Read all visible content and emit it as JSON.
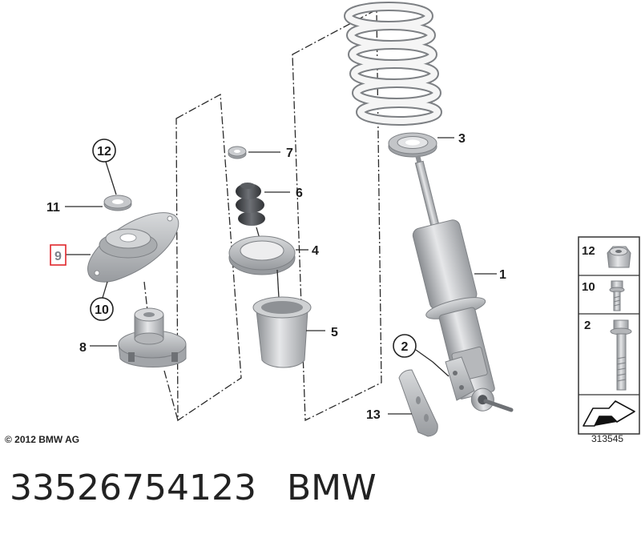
{
  "diagram": {
    "callouts": {
      "c1": "1",
      "c2": "2",
      "c3": "3",
      "c4": "4",
      "c5": "5",
      "c6": "6",
      "c7": "7",
      "c8": "8",
      "c9": "9",
      "c10": "10",
      "c11": "11",
      "c12": "12",
      "c13": "13"
    },
    "legend": [
      {
        "label": "12"
      },
      {
        "label": "10"
      },
      {
        "label": "2"
      }
    ],
    "copyright": "© 2012 BMW AG",
    "drawing_number": "313545"
  },
  "footer": {
    "part_number": "33526754123",
    "brand": "BMW"
  },
  "colors": {
    "highlight_box": "#e0262b"
  }
}
